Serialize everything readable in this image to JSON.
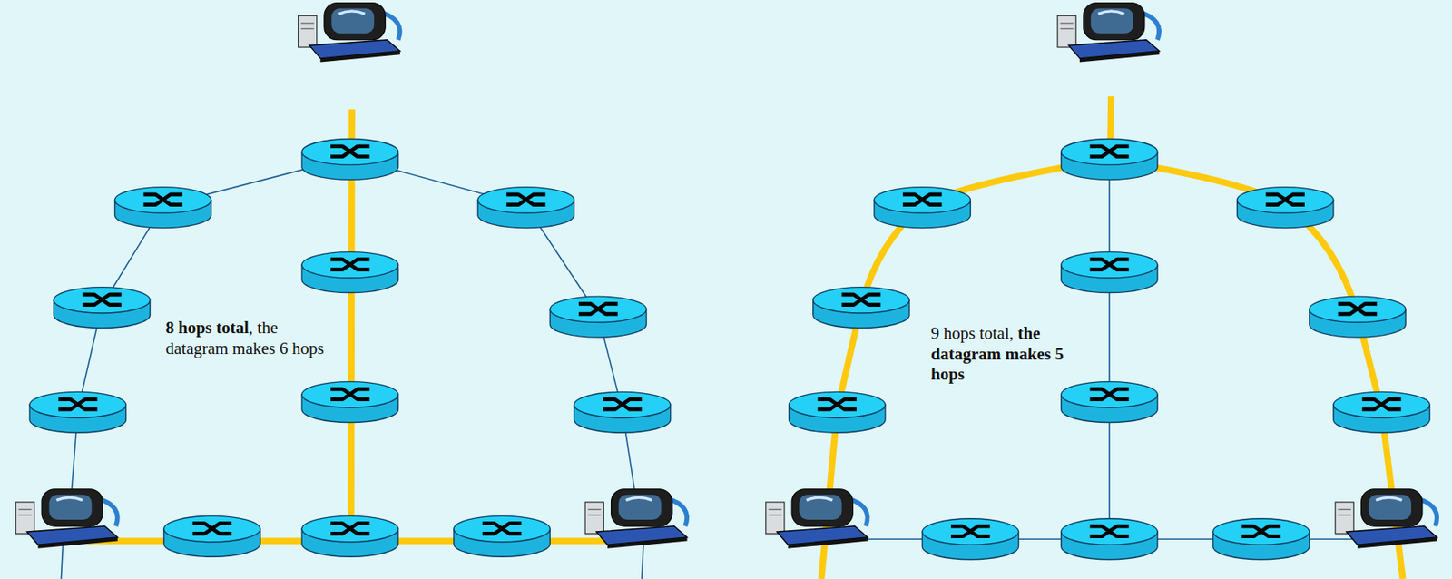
{
  "diagram": {
    "labels": [
      "8 hops total",
      ", the datagram makes 6 hops",
      "9 hops total, ",
      "the datagram makes 5 hops"
    ]
  }
}
